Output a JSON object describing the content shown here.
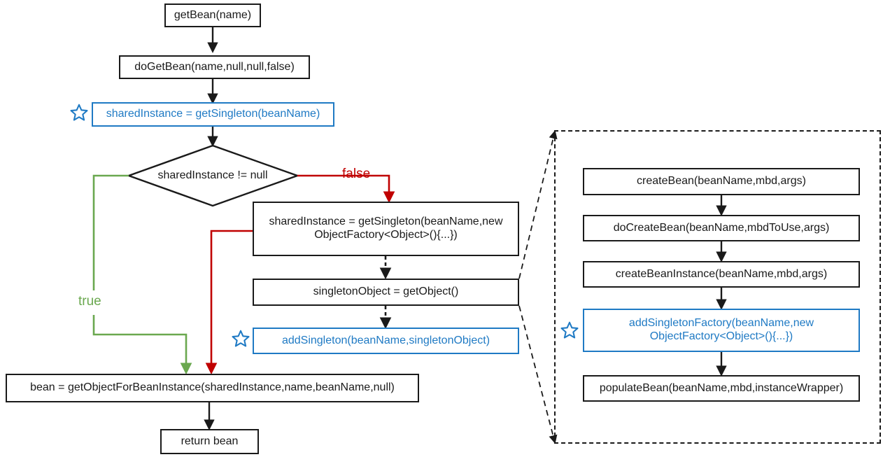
{
  "diagram": {
    "title": "Spring getBean singleton creation flow",
    "colors": {
      "blue": "#1f7ac4",
      "red": "#c00000",
      "green": "#6aa84f",
      "black": "#1a1a1a"
    },
    "left_flow": {
      "nodes": [
        {
          "id": "get-bean",
          "label": "getBean(name)",
          "style": "black"
        },
        {
          "id": "do-get-bean",
          "label": "doGetBean(name,null,null,false)",
          "style": "black"
        },
        {
          "id": "shared-instance-get-singleton",
          "label": "sharedInstance  = getSingleton(beanName)",
          "style": "blue",
          "starred": true
        },
        {
          "id": "shared-instance-decision",
          "label": "sharedInstance != null",
          "style": "diamond"
        },
        {
          "id": "shared-instance-get-singleton-factory",
          "label": "sharedInstance  = getSingleton(beanName,new\nObjectFactory<Object>(){...})",
          "style": "black"
        },
        {
          "id": "singleton-object-get-object",
          "label": "singletonObject = getObject()",
          "style": "black"
        },
        {
          "id": "add-singleton",
          "label": "addSingleton(beanName,singletonObject)",
          "style": "blue",
          "starred": true
        },
        {
          "id": "bean-get-object-for-bean-instance",
          "label": "bean  = getObjectForBeanInstance(sharedInstance,name,beanName,null)",
          "style": "black"
        },
        {
          "id": "return-bean",
          "label": "return bean",
          "style": "black"
        }
      ],
      "edge_labels": [
        {
          "id": "true-label",
          "text": "true",
          "color": "#6aa84f"
        },
        {
          "id": "false-label",
          "text": "false",
          "color": "#c00000"
        }
      ]
    },
    "right_panel": {
      "nodes": [
        {
          "id": "create-bean",
          "label": "createBean(beanName,mbd,args)",
          "style": "black"
        },
        {
          "id": "do-create-bean",
          "label": "doCreateBean(beanName,mbdToUse,args)",
          "style": "black"
        },
        {
          "id": "create-bean-instance",
          "label": "createBeanInstance(beanName,mbd,args)",
          "style": "black"
        },
        {
          "id": "add-singleton-factory",
          "label": "addSingletonFactory(beanName,new\nObjectFactory<Object>(){...})",
          "style": "blue",
          "starred": true
        },
        {
          "id": "populate-bean",
          "label": "populateBean(beanName,mbd,instanceWrapper)",
          "style": "black"
        }
      ]
    }
  }
}
